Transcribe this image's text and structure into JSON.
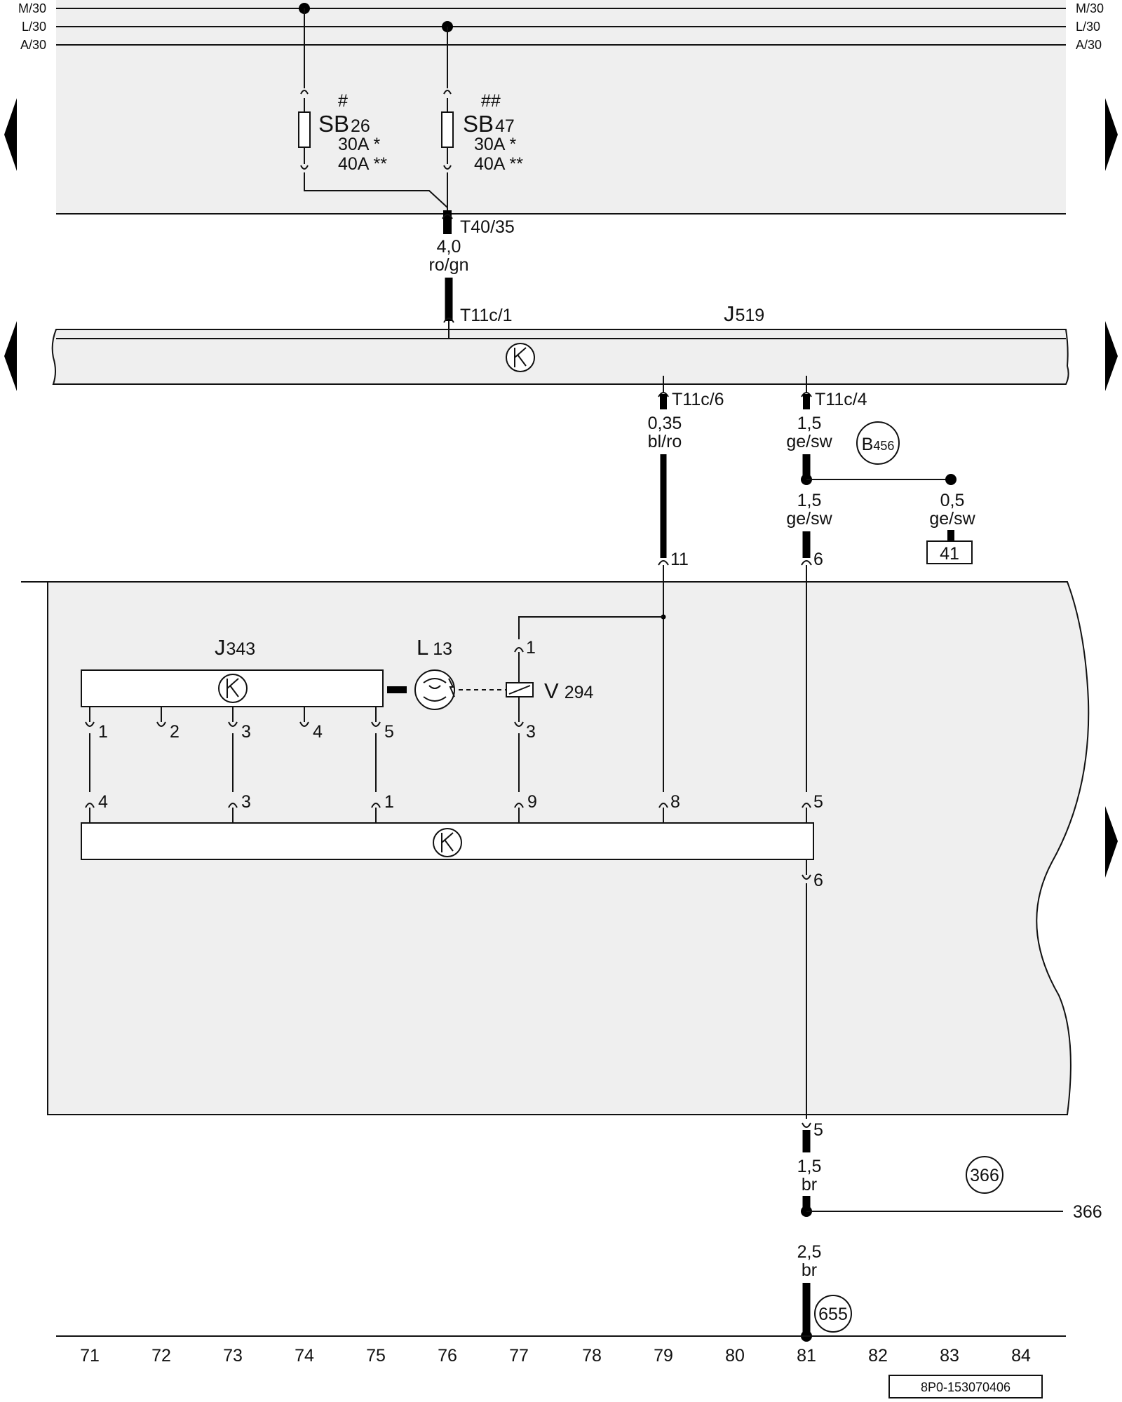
{
  "colors": {
    "zone_fill": "#efefef",
    "ink": "#111111",
    "background": "#ffffff"
  },
  "supply_lines": [
    {
      "left": "M/30",
      "right": "M/30"
    },
    {
      "left": "L/30",
      "right": "L/30"
    },
    {
      "left": "A/30",
      "right": "A/30"
    }
  ],
  "fuses": [
    {
      "mark": "#",
      "name": "SB",
      "number": "26",
      "rating_1": "30A",
      "star_1": "*",
      "rating_2": "40A",
      "star_2": "**"
    },
    {
      "mark": "##",
      "name": "SB",
      "number": "47",
      "rating_1": "30A",
      "star_1": "*",
      "rating_2": "40A",
      "star_2": "**"
    }
  ],
  "connectors": {
    "t40_35": "T40/35",
    "t11c_1": "T11c/1",
    "t11c_6": "T11c/6",
    "t11c_4": "T11c/4"
  },
  "wires": {
    "w_4_0": {
      "size": "4,0",
      "color": "ro/gn"
    },
    "w_035": {
      "size": "0,35",
      "color": "bl/ro"
    },
    "w_15_a": {
      "size": "1,5",
      "color": "ge/sw"
    },
    "w_15_b": {
      "size": "1,5",
      "color": "ge/sw"
    },
    "w_05": {
      "size": "0,5",
      "color": "ge/sw"
    },
    "w_15_br": {
      "size": "1,5",
      "color": "br"
    },
    "w_25_br": {
      "size": "2,5",
      "color": "br"
    }
  },
  "components": {
    "j519": {
      "letter": "J",
      "number": "519"
    },
    "j343": {
      "letter": "J",
      "number": "343"
    },
    "l13": {
      "letter": "L",
      "number": "13"
    },
    "v294": {
      "letter": "V",
      "number": "294"
    }
  },
  "connections": {
    "b456": {
      "letter": "B",
      "number": "456"
    },
    "ref_41": "41",
    "ref_366_circle": "366",
    "ref_366_line": "366",
    "ground_655": "655"
  },
  "pins": {
    "zone_in_11": "11",
    "zone_in_6": "6",
    "v294_top": "1",
    "v294_bottom": "3",
    "j343_p1": "1",
    "j343_p2": "2",
    "j343_p3": "3",
    "j343_p4": "4",
    "j343_p5": "5",
    "lower_p4": "4",
    "lower_p3": "3",
    "lower_p1": "1",
    "lower_p9": "9",
    "lower_p8": "8",
    "lower_p5": "5",
    "lower_p6": "6",
    "exit_p5": "5"
  },
  "scale_numbers": [
    "71",
    "72",
    "73",
    "74",
    "75",
    "76",
    "77",
    "78",
    "79",
    "80",
    "81",
    "82",
    "83",
    "84"
  ],
  "doc_code": "8P0-153070406"
}
